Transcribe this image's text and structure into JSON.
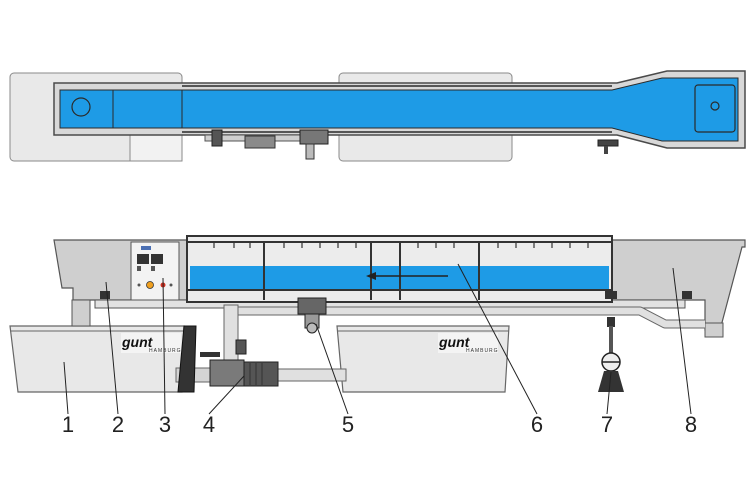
{
  "diagram": {
    "colors": {
      "water": "#1e9be6",
      "frame": "#3a3a3a",
      "tank": "#e6e6e6",
      "tank_dark": "#c9c9c9",
      "pipe": "#dcdcdc"
    },
    "callouts": [
      "1",
      "2",
      "3",
      "4",
      "5",
      "6",
      "7",
      "8"
    ],
    "logos": [
      {
        "brand": "gunt",
        "sub": "HAMBURG"
      },
      {
        "brand": "gunt",
        "sub": "HAMBURG"
      }
    ],
    "flow_direction": "right-to-left"
  }
}
